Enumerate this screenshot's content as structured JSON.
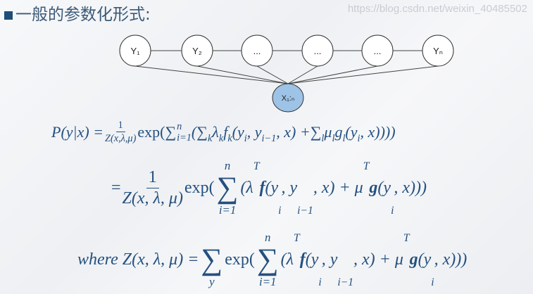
{
  "slide": {
    "title": "一般的参数化形式:",
    "accent_color": "#1f4e79",
    "watermark": "https://blog.csdn.net/weixin_40485502"
  },
  "diagram": {
    "label_nodes": [
      "Y₁",
      "Y₂",
      "...",
      "...",
      "...",
      "Yₙ"
    ],
    "observation_node": "X₁:ₙ",
    "observation_fill": "#9dc3e6"
  },
  "formulas": [
    [
      {
        "text": "P(y|x) = "
      },
      {
        "frac": [
          "1",
          "Z(x,λ,μ)"
        ],
        "small": true
      },
      {
        "roman": "exp("
      },
      {
        "roman": "∑"
      },
      {
        "subsup": [
          "i=1",
          "n"
        ]
      },
      {
        "text": "("
      },
      {
        "roman": "∑"
      },
      {
        "sub": "k"
      },
      {
        "text": " λ"
      },
      {
        "sub": "k"
      },
      {
        "text": "f"
      },
      {
        "sub": "k"
      },
      {
        "text": "(y"
      },
      {
        "sub": "i"
      },
      {
        "text": ", y"
      },
      {
        "sub": "i−1"
      },
      {
        "text": ", x) + "
      },
      {
        "roman": "∑"
      },
      {
        "sub": "l"
      },
      {
        "text": " μ"
      },
      {
        "sub": "l"
      },
      {
        "text": "g"
      },
      {
        "sub": "l"
      },
      {
        "text": "(y"
      },
      {
        "sub": "i"
      },
      {
        "text": ", x))))"
      }
    ],
    [
      {
        "roman": "= "
      },
      {
        "frac": [
          "1",
          "Z(x, λ, μ)"
        ]
      },
      {
        "roman": "exp("
      },
      {
        "bigsum": [
          "n",
          "i=1"
        ]
      },
      {
        "text": "(λ"
      },
      {
        "sup": "T"
      },
      {
        "bold": "f"
      },
      {
        "text": "(y"
      },
      {
        "sub": "i"
      },
      {
        "text": ", y"
      },
      {
        "sub": "i−1"
      },
      {
        "text": ", x) + μ"
      },
      {
        "sup": "T"
      },
      {
        "bold": "g"
      },
      {
        "text": "(y"
      },
      {
        "sub": "i"
      },
      {
        "text": ", x)))"
      }
    ],
    [
      {
        "text": "where Z(x, λ, μ) = "
      },
      {
        "bigsum": [
          "",
          "y"
        ]
      },
      {
        "roman": "exp("
      },
      {
        "bigsum": [
          "n",
          "i=1"
        ]
      },
      {
        "text": "(λ"
      },
      {
        "sup": "T"
      },
      {
        "bold": "f"
      },
      {
        "text": "(y"
      },
      {
        "sub": "i"
      },
      {
        "text": ", y"
      },
      {
        "sub": "i−1"
      },
      {
        "text": ", x) + μ"
      },
      {
        "sup": "T"
      },
      {
        "bold": "g"
      },
      {
        "text": "(y"
      },
      {
        "sub": "i"
      },
      {
        "text": ", x)))"
      }
    ]
  ]
}
